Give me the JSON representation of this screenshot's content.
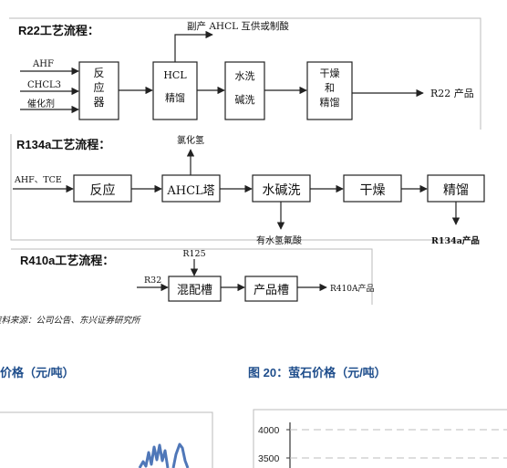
{
  "sections": {
    "r22": {
      "title": "R22工艺流程：",
      "byproduct": "副产 AHCL 互供或制酸",
      "inputs": [
        "AHF",
        "CHCL3",
        "催化剂"
      ],
      "reactor": [
        "反",
        "应",
        "器"
      ],
      "hcl": [
        "HCL",
        "精馏"
      ],
      "wash": [
        "水洗",
        "碱洗"
      ],
      "dry": [
        "干燥",
        "和",
        "精馏"
      ],
      "product": "R22 产品"
    },
    "r134a": {
      "title": "R134a工艺流程：",
      "vent": "氯化氢",
      "input": "AHF、TCE",
      "steps": [
        "反应",
        "AHCL塔",
        "水碱洗",
        "干燥",
        "精馏"
      ],
      "waste": "有水氢氟酸",
      "product": "R134a产品"
    },
    "r410a": {
      "title": "R410a工艺流程：",
      "input_top": "R125",
      "input_left": "R32",
      "mix": "混配槽",
      "tank": "产品槽",
      "product": "R410A产品"
    }
  },
  "source": "资料来源：公司公告、东兴证券研究所",
  "figures": {
    "left_title": "价格（元/吨）",
    "right_title": "图 20：萤石价格（元/吨）",
    "right_ticks": [
      "4000",
      "3500"
    ]
  }
}
